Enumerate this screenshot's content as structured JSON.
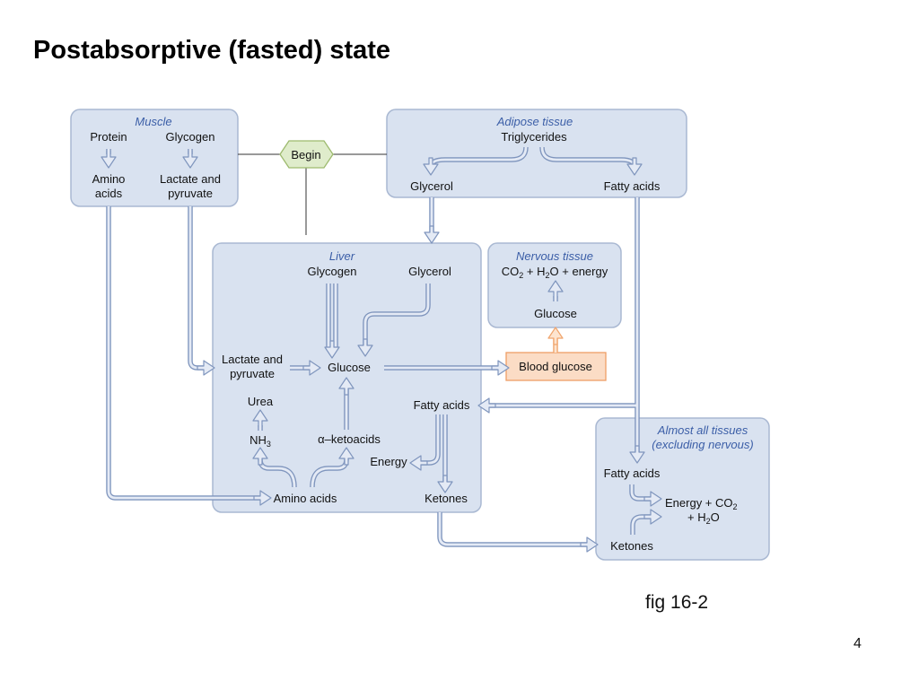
{
  "slide": {
    "title": "Postabsorptive (fasted) state",
    "caption": "fig 16-2",
    "page_number": "4"
  },
  "diagram": {
    "begin_label": "Begin",
    "muscle": {
      "title": "Muscle",
      "protein": "Protein",
      "glycogen": "Glycogen",
      "amino_1": "Amino",
      "amino_2": "acids",
      "lactate_1": "Lactate and",
      "lactate_2": "pyruvate"
    },
    "adipose": {
      "title": "Adipose tissue",
      "triglycerides": "Triglycerides",
      "glycerol": "Glycerol",
      "fatty_acids": "Fatty acids"
    },
    "liver": {
      "title": "Liver",
      "glycogen": "Glycogen",
      "glycerol": "Glycerol",
      "lactate_1": "Lactate and",
      "lactate_2": "pyruvate",
      "glucose": "Glucose",
      "urea": "Urea",
      "nh3": "NH",
      "nh3_sub": "3",
      "ketoacids": "α–ketoacids",
      "fatty_acids": "Fatty acids",
      "energy": "Energy",
      "amino_acids": "Amino acids",
      "ketones": "Ketones"
    },
    "nervous": {
      "title": "Nervous tissue",
      "co2": "CO",
      "co2_sub": "2",
      "plus_h": " + H",
      "h2o_sub": "2",
      "o_energy": "O + energy",
      "glucose": "Glucose"
    },
    "blood_glucose": "Blood glucose",
    "tissues": {
      "title_1": "Almost all tissues",
      "title_2": "(excluding nervous)",
      "fatty_acids": "Fatty acids",
      "energy_co2": "Energy + CO",
      "co2_sub": "2",
      "plus_h": "+ H",
      "h2o_sub": "2",
      "o": "O",
      "ketones": "Ketones"
    }
  },
  "colors": {
    "box_fill": "#d9e2f0",
    "header_text": "#3b5ea7",
    "arrow_stroke": "#7f95bd",
    "blood_glucose_fill": "#fbdcc5",
    "begin_fill": "#dfeccb"
  }
}
